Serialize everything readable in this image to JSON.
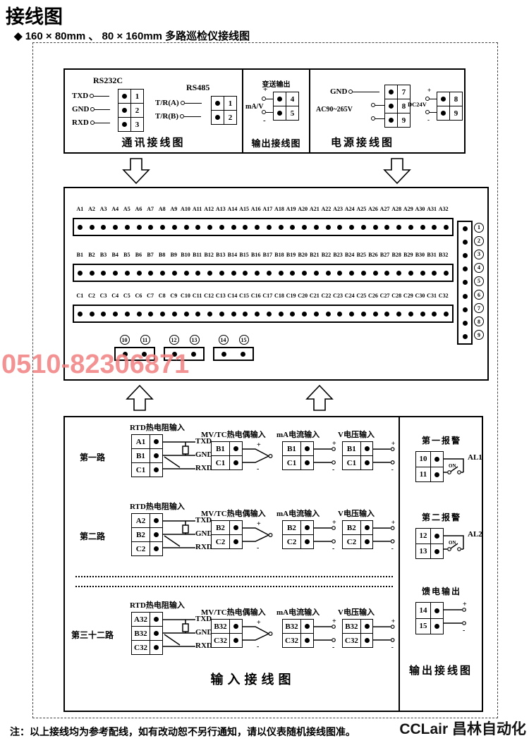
{
  "page": {
    "title": "接线图",
    "subtitle": "◆ 160 × 80mm 、 80 × 160mm 多路巡检仪接线图",
    "note": "注：以上接线均为参考配线，如有改动恕不另行通知，请以仪表随机接线图准。",
    "watermark_phone": "0510-82306871",
    "watermark_brand": "CCLair 昌林自动化",
    "colors": {
      "watermark_phone": "#f28080",
      "line": "#000000",
      "background": "#ffffff"
    }
  },
  "symbols": {
    "plus": "+",
    "minus": "-"
  },
  "comm_box": {
    "title": "通讯接线图",
    "rs232": {
      "label": "RS232C",
      "rows": [
        {
          "signal": "TXD",
          "pin": "1"
        },
        {
          "signal": "GND",
          "pin": "2"
        },
        {
          "signal": "RXD",
          "pin": "3"
        }
      ]
    },
    "rs485": {
      "label": "RS485",
      "rows": [
        {
          "signal": "T/R(A)",
          "pin": "1"
        },
        {
          "signal": "T/R(B)",
          "pin": "2"
        }
      ]
    }
  },
  "output_box": {
    "title": "输出接线图",
    "header": "变送输出",
    "signal": "mA/V",
    "pins": [
      "4",
      "5"
    ]
  },
  "power_box": {
    "title": "电源接线图",
    "gnd_label": "GND",
    "ac_label": "AC90~265V",
    "ac_pins": [
      "7",
      "8",
      "9"
    ],
    "dc_label": "DC24V",
    "dc_pins": [
      "8",
      "9"
    ]
  },
  "terminal_block": {
    "rows": [
      {
        "name": "A",
        "labels": [
          "A1",
          "A2",
          "A3",
          "A4",
          "A5",
          "A6",
          "A7",
          "A8",
          "A9",
          "A10",
          "A11",
          "A12",
          "A13",
          "A14",
          "A15",
          "A16",
          "A17",
          "A18",
          "A19",
          "A20",
          "A21",
          "A22",
          "A23",
          "A24",
          "A25",
          "A26",
          "A27",
          "A28",
          "A29",
          "A30",
          "A31",
          "A32"
        ]
      },
      {
        "name": "B",
        "labels": [
          "B1",
          "B2",
          "B3",
          "B4",
          "B5",
          "B6",
          "B7",
          "B8",
          "B9",
          "B10",
          "B11",
          "B12",
          "B13",
          "B14",
          "B15",
          "B16",
          "B17",
          "B18",
          "B19",
          "B20",
          "B21",
          "B22",
          "B23",
          "B24",
          "B25",
          "B26",
          "B27",
          "B28",
          "B29",
          "B30",
          "B31",
          "B32"
        ]
      },
      {
        "name": "C",
        "labels": [
          "C1",
          "C2",
          "C3",
          "C4",
          "C5",
          "C6",
          "C7",
          "C8",
          "C9",
          "C10",
          "C11",
          "C12",
          "C13",
          "C14",
          "C15",
          "C16",
          "C17",
          "C18",
          "C19",
          "C20",
          "C21",
          "C22",
          "C23",
          "C24",
          "C25",
          "C26",
          "C27",
          "C28",
          "C29",
          "C30",
          "C31",
          "C32"
        ]
      }
    ],
    "side_pins": [
      "1",
      "2",
      "3",
      "4",
      "5",
      "6",
      "7",
      "8",
      "9"
    ],
    "bottom_groups": [
      {
        "pins": [
          "10",
          "11"
        ]
      },
      {
        "pins": [
          "12",
          "13"
        ]
      },
      {
        "pins": [
          "14",
          "15"
        ]
      }
    ]
  },
  "input_box": {
    "title": "输入接线图",
    "col_titles": {
      "rtd": "RTD热电阻输入",
      "tc": "MV/TC热电偶输入",
      "ma": "mA电流输入",
      "v": "V电压输入"
    },
    "rtd_wire_labels": [
      "TXD",
      "GND",
      "RXD"
    ],
    "channels": [
      {
        "name": "第一路",
        "rtd_terms": [
          "A1",
          "B1",
          "C1"
        ],
        "pair_terms": [
          "B1",
          "C1"
        ]
      },
      {
        "name": "第二路",
        "rtd_terms": [
          "A2",
          "B2",
          "C2"
        ],
        "pair_terms": [
          "B2",
          "C2"
        ]
      },
      {
        "name": "第三十二路",
        "rtd_terms": [
          "A32",
          "B32",
          "C32"
        ],
        "pair_terms": [
          "B32",
          "C32"
        ]
      }
    ]
  },
  "output_section": {
    "title": "输出接线图",
    "alarms": [
      {
        "title": "第一报警",
        "load": "AL1",
        "switch_label": "ON",
        "pins": [
          "10",
          "11"
        ]
      },
      {
        "title": "第二报警",
        "load": "AL2",
        "switch_label": "ON",
        "pins": [
          "12",
          "13"
        ]
      }
    ],
    "feed": {
      "title": "馈电输出",
      "pins": [
        "14",
        "15"
      ]
    }
  }
}
